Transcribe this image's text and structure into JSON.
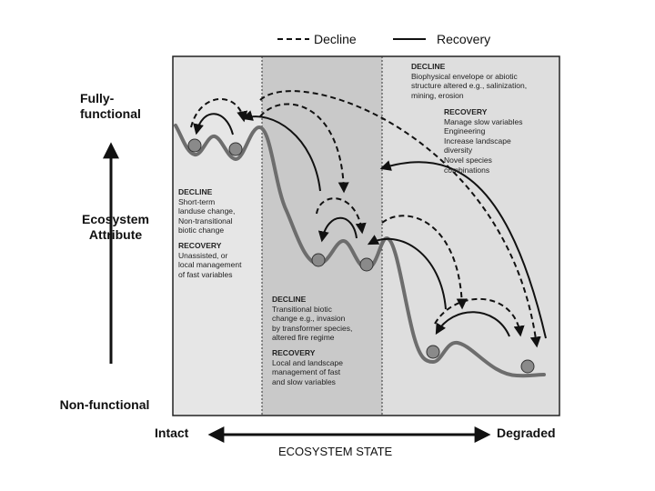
{
  "legend": {
    "decline": "Decline",
    "recovery": "Recovery"
  },
  "y_axis": {
    "top": "Fully-\nfunctional",
    "middle": "Ecosystem\nAttribute",
    "bottom": "Non-functional"
  },
  "x_axis": {
    "left": "Intact",
    "right": "Degraded",
    "title": "ECOSYSTEM STATE"
  },
  "zone1": {
    "decline_head": "DECLINE",
    "decline_text": "Short-term\nlanduse change,\nNon-transitional\nbiotic change",
    "recovery_head": "RECOVERY",
    "recovery_text": "Unassisted, or\nlocal management\nof fast variables"
  },
  "zone2": {
    "decline_head": "DECLINE",
    "decline_text": "Transitional biotic\nchange e.g., invasion\nby transformer species,\naltered fire regime",
    "recovery_head": "RECOVERY",
    "recovery_text": "Local and landscape\nmanagement of fast\nand slow variables"
  },
  "zone3": {
    "decline_head": "DECLINE",
    "decline_text": "Biophysical envelope or abiotic\nstructure altered e.g., salinization,\nmining, erosion",
    "recovery_head": "RECOVERY",
    "recovery_text": "Manage slow variables\nEngineering\nIncrease landscape\ndiversity\nNovel species\ncombinations"
  },
  "colors": {
    "zone1": "#e6e6e6",
    "zone2": "#c9c9c9",
    "zone3": "#dedede",
    "curve": "#6d6d6d",
    "ball": "#8a8a8a"
  }
}
